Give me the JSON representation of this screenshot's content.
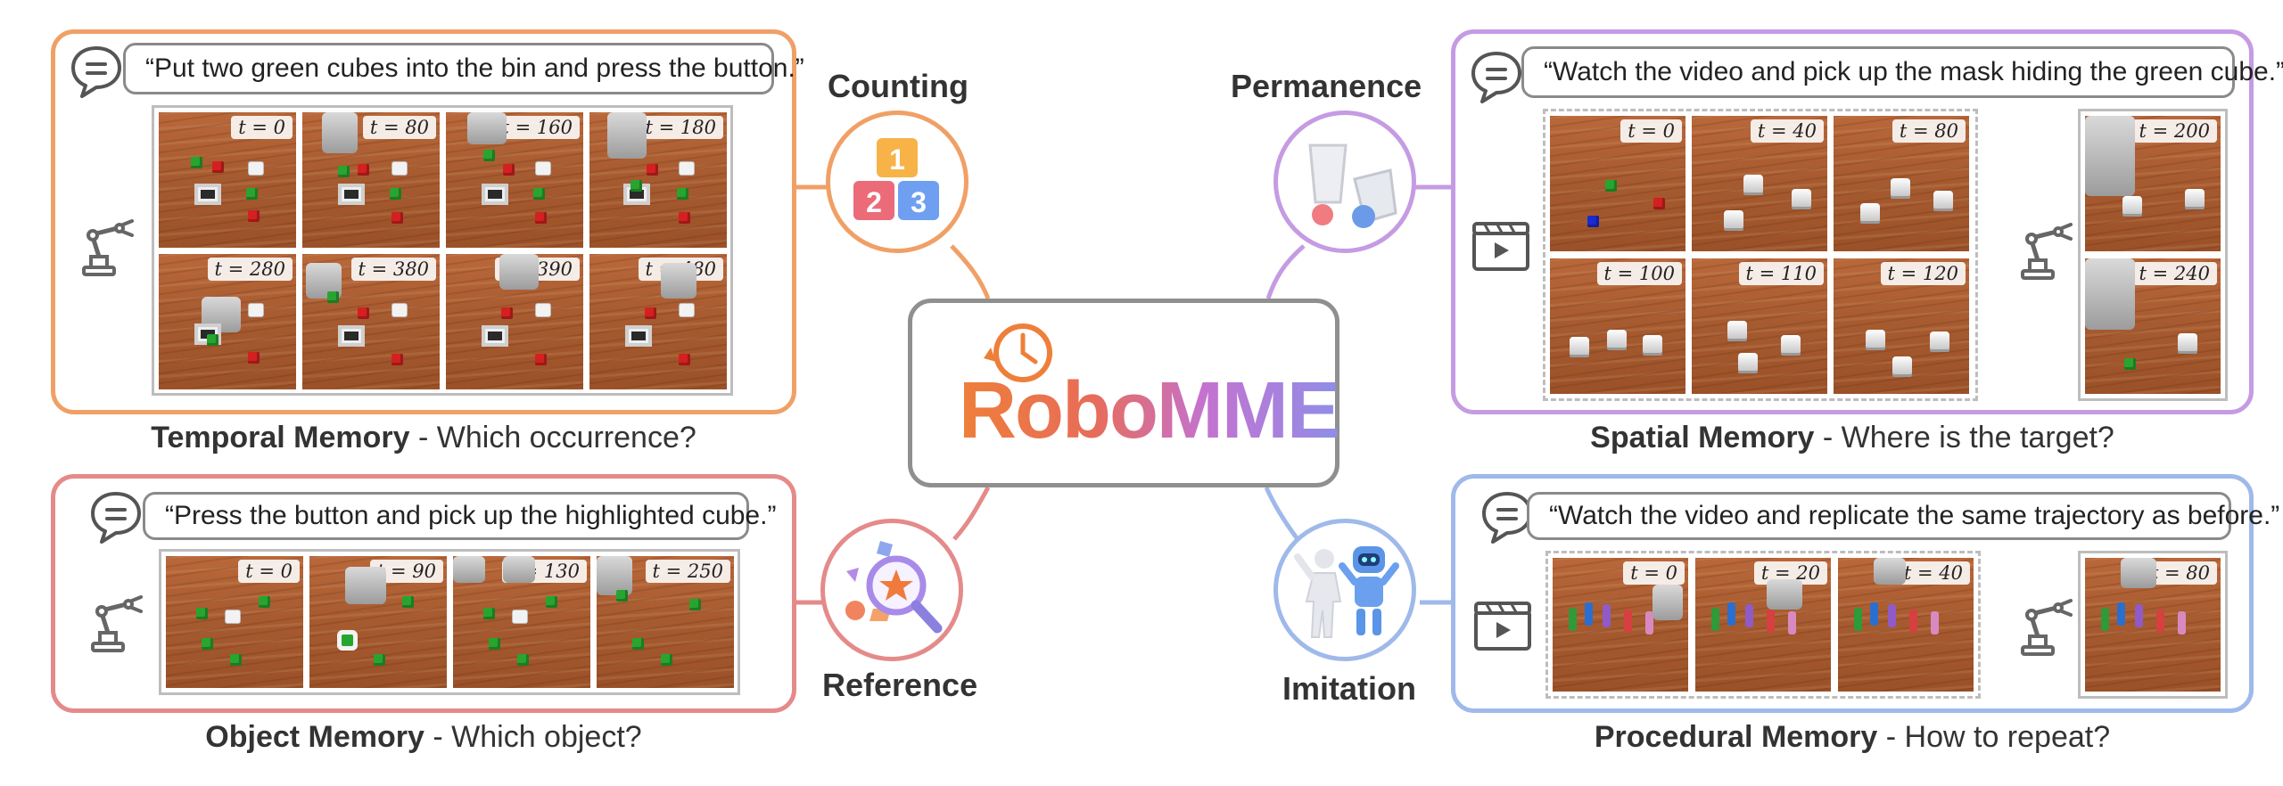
{
  "logo": {
    "text": "RoboMME"
  },
  "circles": {
    "counting": {
      "label": "Counting",
      "color": "#f0a066",
      "digits": [
        "1",
        "2",
        "3"
      ]
    },
    "permanence": {
      "label": "Permanence",
      "color": "#c59be3"
    },
    "reference": {
      "label": "Reference",
      "color": "#e58a8a"
    },
    "imitation": {
      "label": "Imitation",
      "color": "#9fb9ea"
    }
  },
  "panels": {
    "temporal": {
      "color": "#f0a066",
      "instruction": "“Put two green cubes into the bin and press the button.”",
      "caption_bold": "Temporal Memory",
      "caption_rest": " - Which occurrence?",
      "frames": [
        "t = 0",
        "t = 80",
        "t = 160",
        "t = 180",
        "t = 280",
        "t = 380",
        "t = 390",
        "t = 480"
      ]
    },
    "object": {
      "color": "#e58a8a",
      "instruction": "“Press the button and pick up the highlighted cube.”",
      "caption_bold": "Object Memory",
      "caption_rest": " - Which object?",
      "frames": [
        "t = 0",
        "t = 90",
        "t = 130",
        "t = 250"
      ]
    },
    "spatial": {
      "color": "#c59be3",
      "instruction": "“Watch the video and pick up the mask hiding the green cube.”",
      "caption_bold": "Spatial Memory",
      "caption_rest": " - Where is the target?",
      "video_frames": [
        "t = 0",
        "t = 40",
        "t = 80",
        "t = 100",
        "t = 110",
        "t = 120"
      ],
      "exec_frames": [
        "t = 200",
        "t = 240"
      ]
    },
    "procedural": {
      "color": "#9fb9ea",
      "instruction": "“Watch the video and replicate the same trajectory as before.”",
      "caption_bold": "Procedural Memory",
      "caption_rest": " - How to repeat?",
      "video_frames": [
        "t = 0",
        "t = 20",
        "t = 40"
      ],
      "exec_frames": [
        "t = 80"
      ]
    }
  }
}
